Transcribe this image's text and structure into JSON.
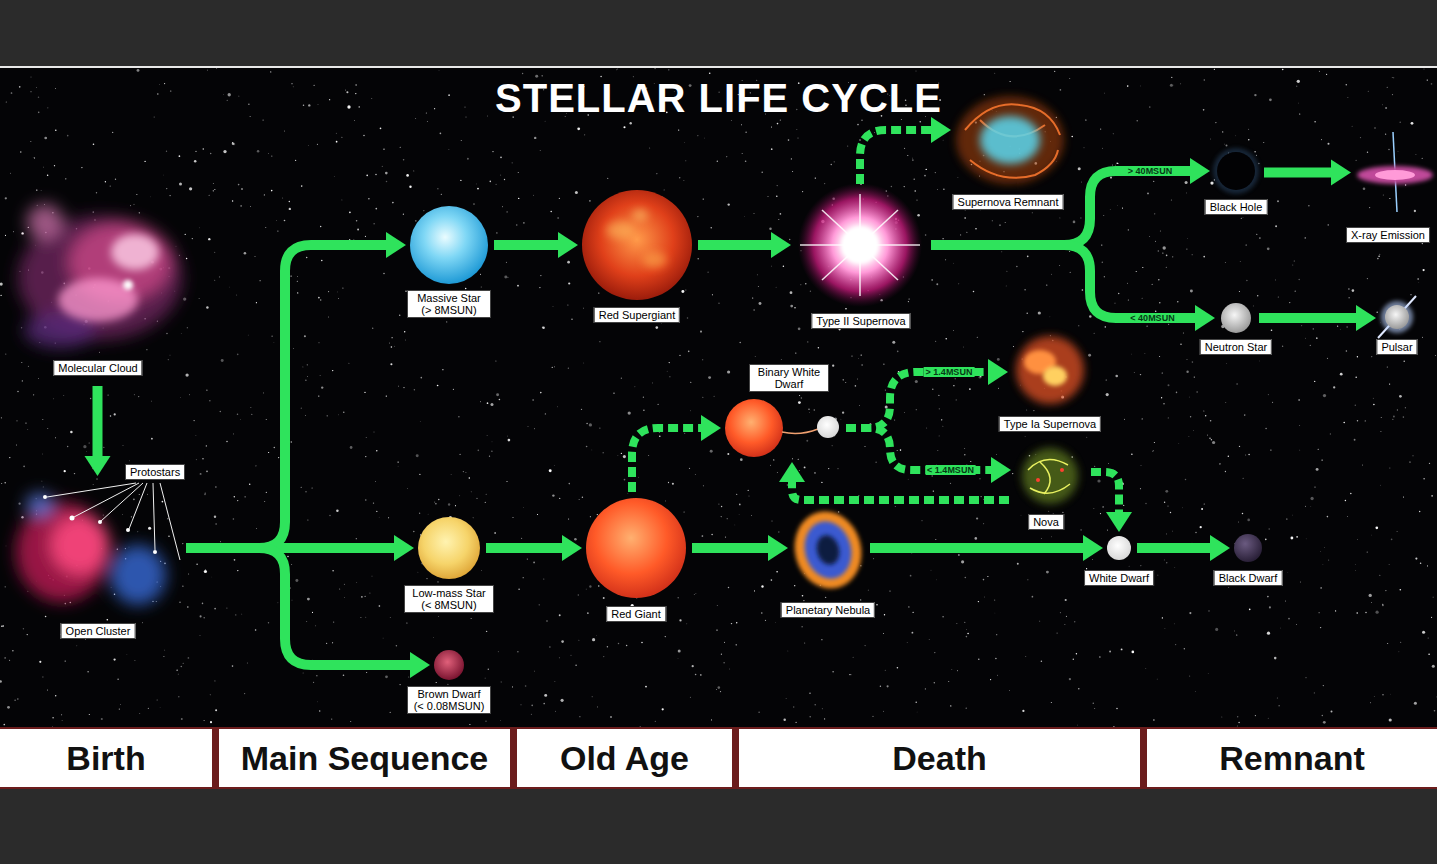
{
  "diagram": {
    "title": "STELLAR LIFE CYCLE",
    "nodes": [
      {
        "text": [
          "Molecular Cloud"
        ]
      },
      {
        "text": [
          "Open Cluster"
        ]
      },
      {
        "text": [
          "Massive Star (> 8MSUN)"
        ]
      },
      {
        "text": [
          "Red Supergiant"
        ]
      },
      {
        "text": [
          "Supernova Remnant"
        ]
      },
      {
        "text": [
          "Type II Supernova"
        ]
      },
      {
        "text": [
          "Black Hole"
        ]
      },
      {
        "text": [
          "X-ray Emission"
        ]
      },
      {
        "text": [
          "Neutron Star"
        ]
      },
      {
        "text": [
          "Pulsar"
        ]
      },
      {
        "text": [
          "Binary White Dwarf"
        ]
      },
      {
        "text": [
          "Type Ia Supernova"
        ]
      },
      {
        "text": [
          "Nova"
        ]
      },
      {
        "text": [
          "Low-mass Star (< 8MSUN)"
        ]
      },
      {
        "text": [
          "Red Giant"
        ]
      },
      {
        "text": [
          "Planetary Nebula"
        ]
      },
      {
        "text": [
          "White Dwarf"
        ]
      },
      {
        "text": [
          "Black Dwarf"
        ]
      },
      {
        "text": [
          "Brown Dwarf (< 0.08MSUN)"
        ]
      },
      {
        "text": [
          "Birth"
        ]
      },
      {
        "text": [
          "Main Sequence"
        ]
      },
      {
        "text": [
          "Old Age"
        ]
      },
      {
        "text": [
          "Death"
        ]
      },
      {
        "text": [
          "Remnant"
        ]
      }
    ],
    "edges": [
      {
        "from": 0,
        "to": 1,
        "arrow": "to"
      },
      {
        "from": 1,
        "to": 2,
        "arrow": "to"
      },
      {
        "from": 1,
        "to": 13,
        "arrow": "to"
      },
      {
        "from": 1,
        "to": 18,
        "arrow": "to"
      },
      {
        "from": 2,
        "to": 3,
        "arrow": "to"
      },
      {
        "from": 3,
        "to": 5,
        "arrow": "to"
      },
      {
        "from": 5,
        "to": 4,
        "arrow": "to"
      },
      {
        "from": 5,
        "to": 6,
        "label": "> 40MSUN",
        "arrow": "to"
      },
      {
        "from": 5,
        "to": 8,
        "label": "< 40MSUN",
        "arrow": "to"
      },
      {
        "from": 6,
        "to": 7,
        "arrow": "to"
      },
      {
        "from": 8,
        "to": 9,
        "arrow": "to"
      },
      {
        "from": 13,
        "to": 14,
        "arrow": "to"
      },
      {
        "from": 14,
        "to": 10,
        "arrow": "to"
      },
      {
        "from": 14,
        "to": 15,
        "arrow": "to"
      },
      {
        "from": 15,
        "to": 16,
        "arrow": "to"
      },
      {
        "from": 16,
        "to": 17,
        "arrow": "to"
      },
      {
        "from": 10,
        "to": 11,
        "label": "> 1.4MSUN",
        "arrow": "to"
      },
      {
        "from": 10,
        "to": 12,
        "label": "< 1.4MSUN",
        "arrow": "to"
      },
      {
        "from": 12,
        "to": 10,
        "arrow": "to"
      },
      {
        "from": 12,
        "to": 16,
        "arrow": "to"
      }
    ],
    "labels": [
      "Protostars"
    ]
  }
}
